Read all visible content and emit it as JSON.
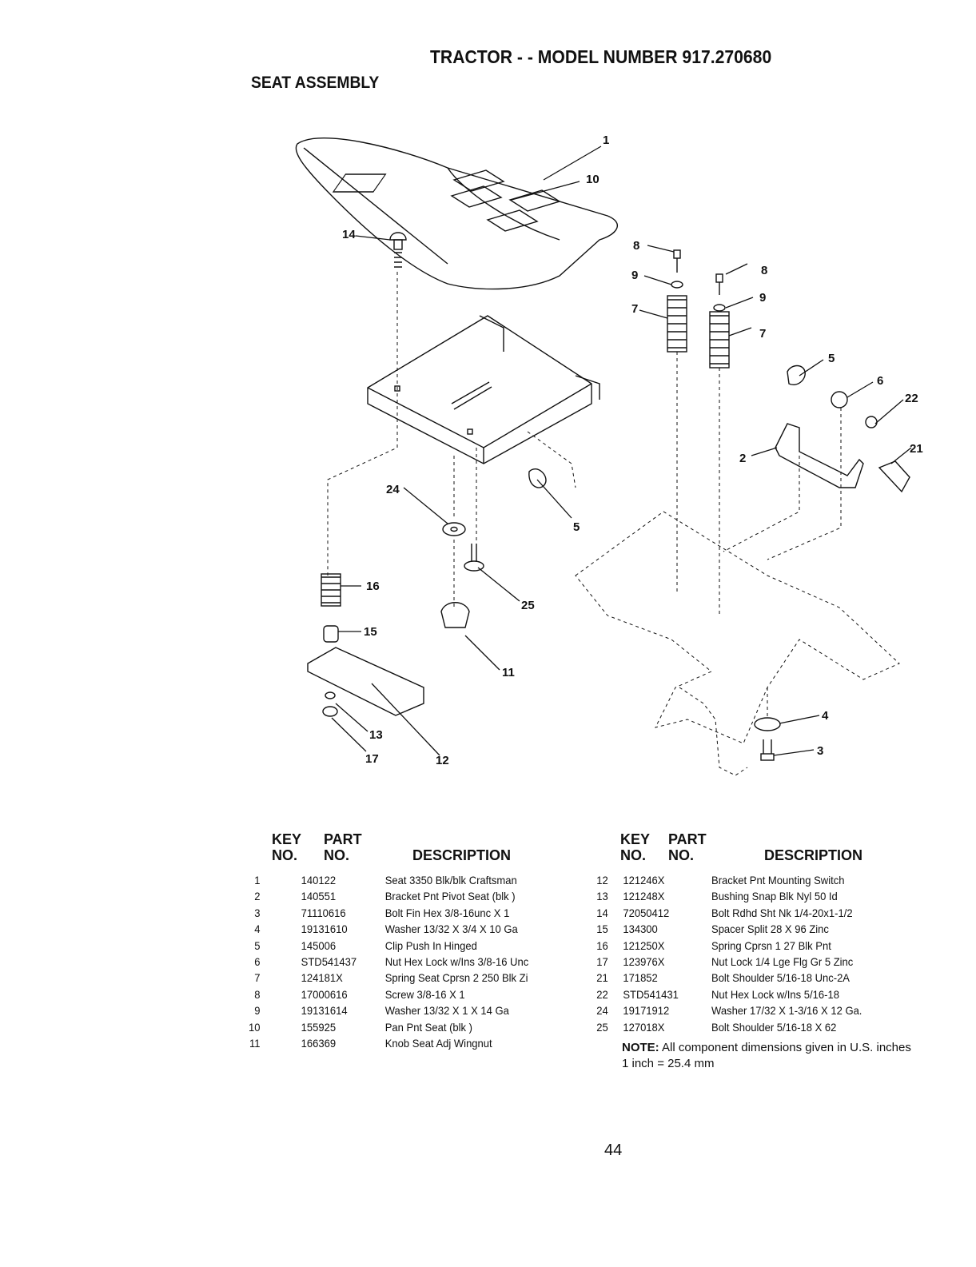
{
  "header": {
    "title": "TRACTOR - - MODEL NUMBER 917.270680",
    "subtitle": "SEAT ASSEMBLY"
  },
  "diagram": {
    "callouts": [
      "1",
      "14",
      "10",
      "8",
      "9",
      "7",
      "8",
      "9",
      "7",
      "5",
      "6",
      "22",
      "21",
      "2",
      "24",
      "5",
      "16",
      "25",
      "15",
      "11",
      "13",
      "17",
      "12",
      "4",
      "3"
    ]
  },
  "table_left": {
    "headers": {
      "key1": "KEY",
      "key2": "NO.",
      "part1": "PART",
      "part2": "NO.",
      "desc": "DESCRIPTION"
    },
    "rows": [
      {
        "key": "1",
        "part": "140122",
        "desc": "Seat 3350 Blk/blk Craftsman"
      },
      {
        "key": "2",
        "part": "140551",
        "desc": "Bracket Pnt Pivot Seat (blk )"
      },
      {
        "key": "3",
        "part": "71110616",
        "desc": "Bolt Fin Hex 3/8-16unc X 1"
      },
      {
        "key": "4",
        "part": "19131610",
        "desc": "Washer 13/32 X 3/4 X 10 Ga"
      },
      {
        "key": "5",
        "part": "145006",
        "desc": "Clip Push In Hinged"
      },
      {
        "key": "6",
        "part": "STD541437",
        "desc": "Nut Hex Lock w/Ins 3/8-16 Unc"
      },
      {
        "key": "7",
        "part": "124181X",
        "desc": "Spring Seat Cprsn 2 250 Blk Zi"
      },
      {
        "key": "8",
        "part": "17000616",
        "desc": "Screw 3/8-16 X 1"
      },
      {
        "key": "9",
        "part": "19131614",
        "desc": "Washer 13/32 X 1 X 14 Ga"
      },
      {
        "key": "10",
        "part": "155925",
        "desc": "Pan Pnt Seat (blk )"
      },
      {
        "key": "11",
        "part": "166369",
        "desc": "Knob Seat Adj Wingnut"
      }
    ]
  },
  "table_right": {
    "headers": {
      "key1": "KEY",
      "key2": "NO.",
      "part1": "PART",
      "part2": "NO.",
      "desc": "DESCRIPTION"
    },
    "rows": [
      {
        "key": "12",
        "part": "121246X",
        "desc": "Bracket Pnt Mounting Switch"
      },
      {
        "key": "13",
        "part": "121248X",
        "desc": "Bushing Snap Blk Nyl 50 Id"
      },
      {
        "key": "14",
        "part": "72050412",
        "desc": "Bolt Rdhd Sht Nk 1/4-20x1-1/2"
      },
      {
        "key": "15",
        "part": "134300",
        "desc": "Spacer Split 28 X 96 Zinc"
      },
      {
        "key": "16",
        "part": "121250X",
        "desc": "Spring Cprsn 1 27 Blk Pnt"
      },
      {
        "key": "17",
        "part": "123976X",
        "desc": "Nut Lock 1/4 Lge Flg Gr 5 Zinc"
      },
      {
        "key": "21",
        "part": "171852",
        "desc": "Bolt Shoulder 5/16-18 Unc-2A"
      },
      {
        "key": "22",
        "part": "STD541431",
        "desc": "Nut Hex Lock w/Ins 5/16-18"
      },
      {
        "key": "24",
        "part": "19171912",
        "desc": "Washer 17/32 X 1-3/16 X 12 Ga."
      },
      {
        "key": "25",
        "part": "127018X",
        "desc": "Bolt Shoulder 5/16-18 X 62"
      }
    ]
  },
  "note": {
    "label": "NOTE:",
    "text": " All component dimensions given in U.S. inches",
    "line2": "1 inch = 25.4 mm"
  },
  "page_number": "44"
}
